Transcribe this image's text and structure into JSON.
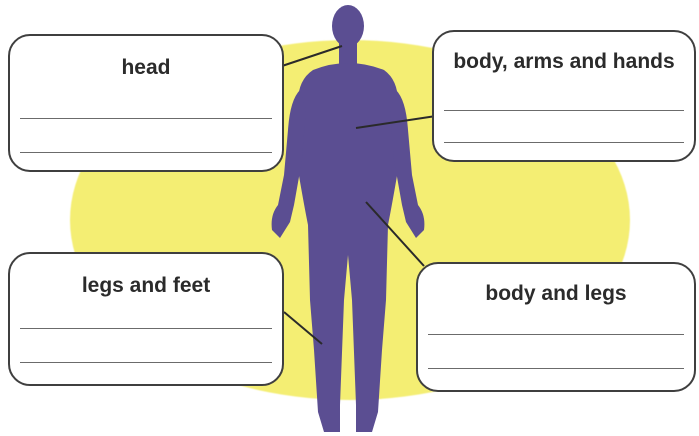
{
  "colors": {
    "background_disc": "#f4ee73",
    "silhouette": "#5b4e92",
    "box_border": "#3f3f3f",
    "leader_line": "#2a2a2a"
  },
  "figure": {
    "icon": "human-silhouette-icon"
  },
  "labels": {
    "head": "head",
    "body_arms_hands": "body, arms and hands",
    "legs_feet": "legs and feet",
    "body_legs": "body and legs"
  }
}
